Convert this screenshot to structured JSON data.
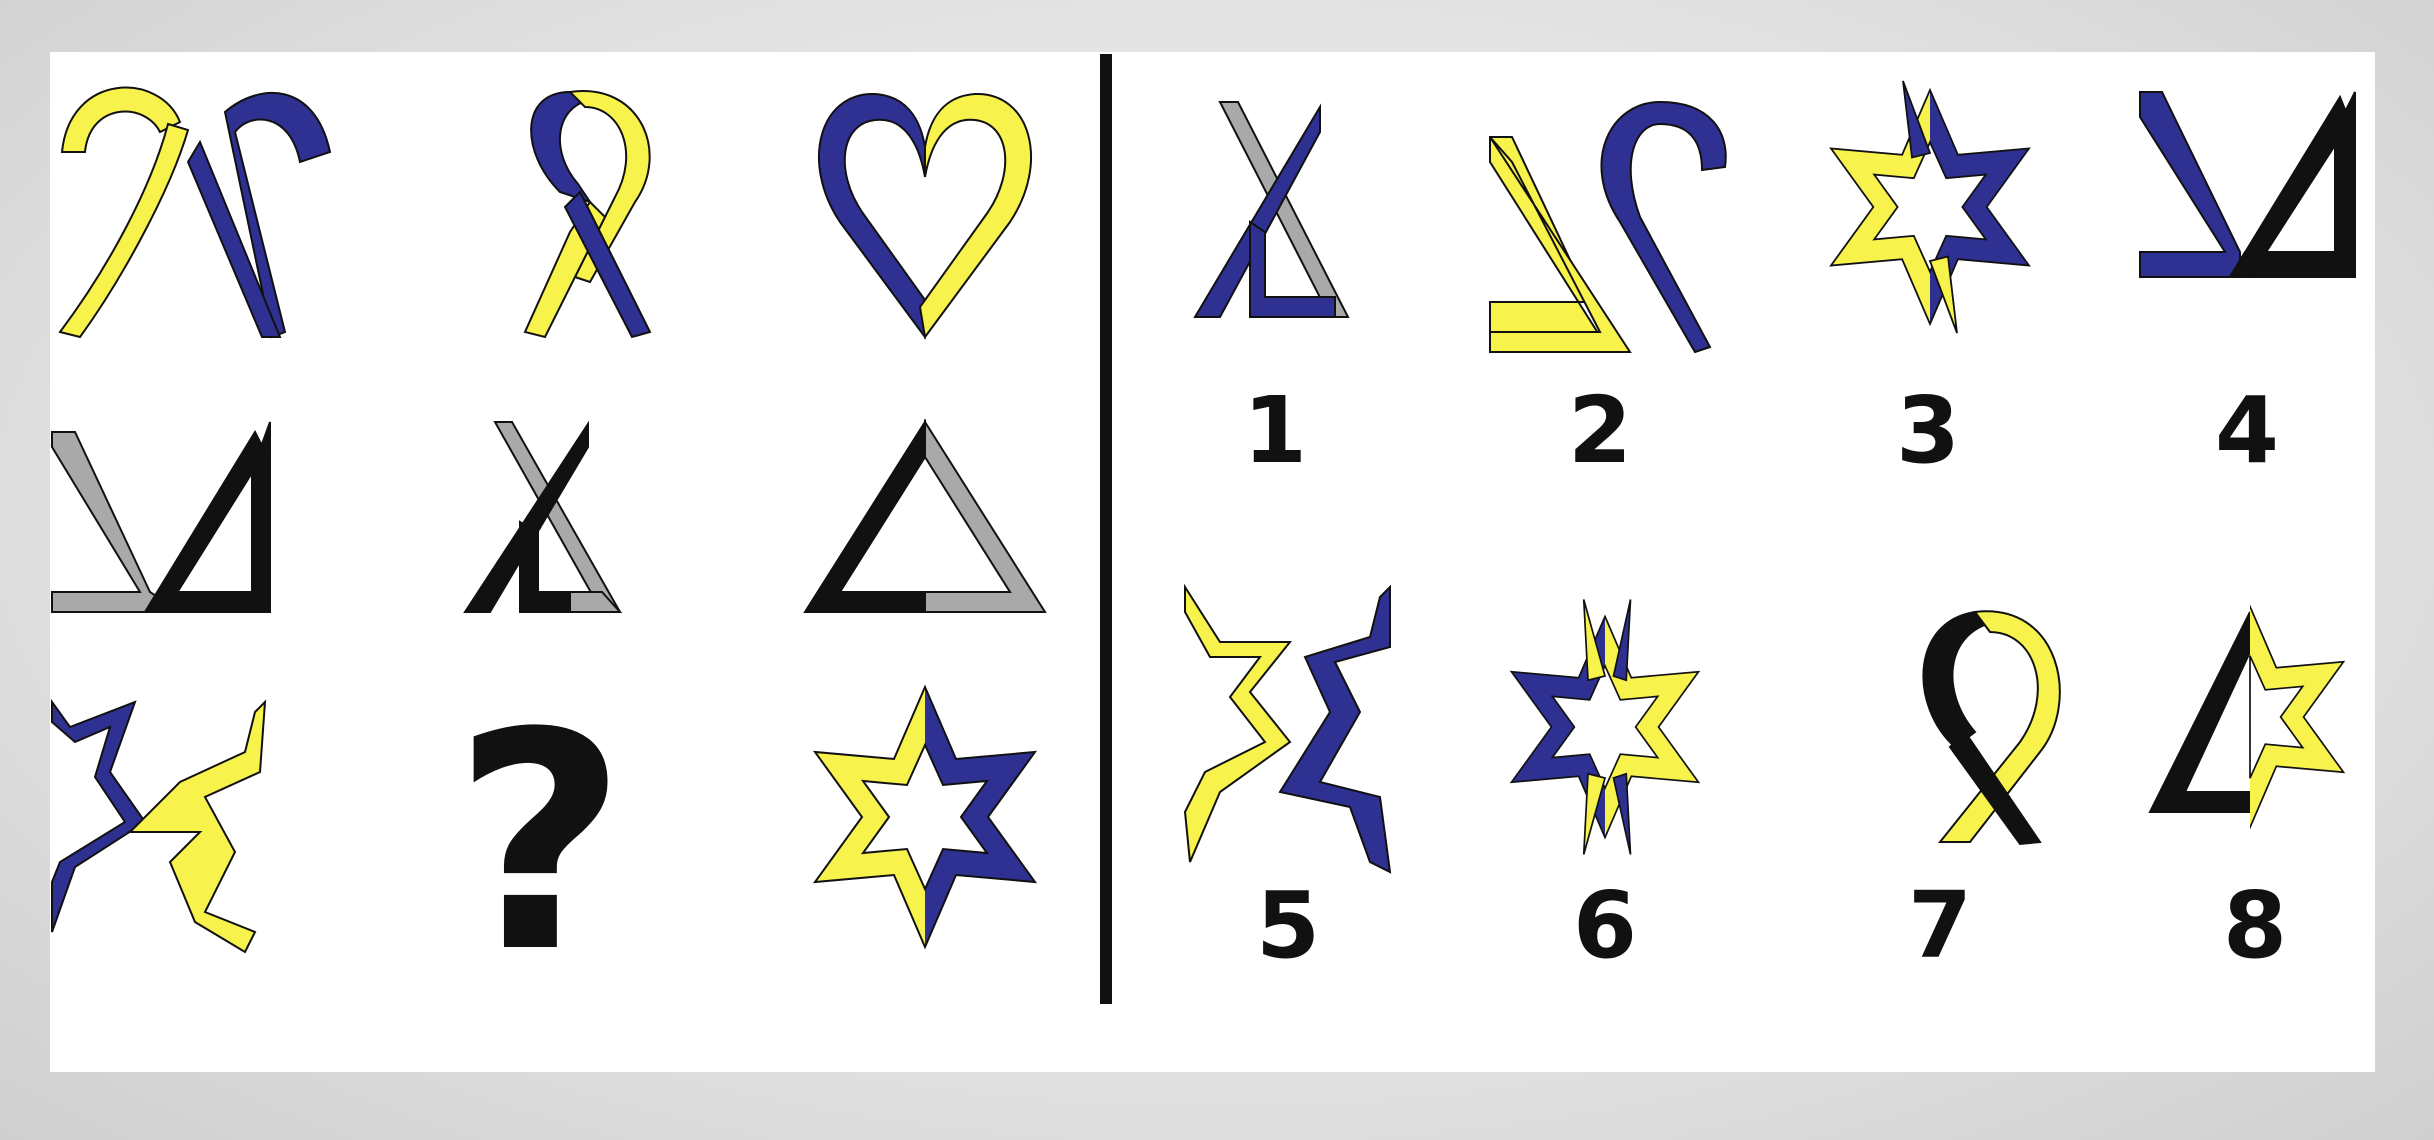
{
  "colors": {
    "yellow": "#f7f24c",
    "blue": "#2e3192",
    "black": "#111111",
    "gray": "#a9a9a9",
    "outline": "#111111",
    "divider": "#111111"
  },
  "matrix": [
    {
      "name": "cell-x-arches",
      "icon": "yellow-blue-crossed-arches"
    },
    {
      "name": "cell-ribbon",
      "icon": "blue-yellow-ribbon"
    },
    {
      "name": "cell-heart",
      "icon": "blue-yellow-heart"
    },
    {
      "name": "cell-gray-black-v",
      "icon": "gray-black-v-shape"
    },
    {
      "name": "cell-gray-black-crossed-triangle",
      "icon": "gray-black-crossed-triangle"
    },
    {
      "name": "cell-black-gray-triangle",
      "icon": "black-gray-triangle"
    },
    {
      "name": "cell-blue-yellow-zigzag",
      "icon": "blue-yellow-zigzag"
    },
    {
      "name": "cell-missing",
      "icon": "question-mark",
      "text": "?"
    },
    {
      "name": "cell-star",
      "icon": "yellow-blue-star"
    }
  ],
  "options": [
    {
      "label": "1",
      "icon": "blue-gray-crossed-triangle"
    },
    {
      "label": "2",
      "icon": "yellow-v-blue-arch"
    },
    {
      "label": "3",
      "icon": "yellow-blue-crossed-star"
    },
    {
      "label": "4",
      "icon": "blue-black-v-shape"
    },
    {
      "label": "5",
      "icon": "yellow-blue-zigzag"
    },
    {
      "label": "6",
      "icon": "blue-yellow-crossed-star"
    },
    {
      "label": "7",
      "icon": "black-yellow-ribbon"
    },
    {
      "label": "8",
      "icon": "black-triangle-yellow-star"
    }
  ]
}
